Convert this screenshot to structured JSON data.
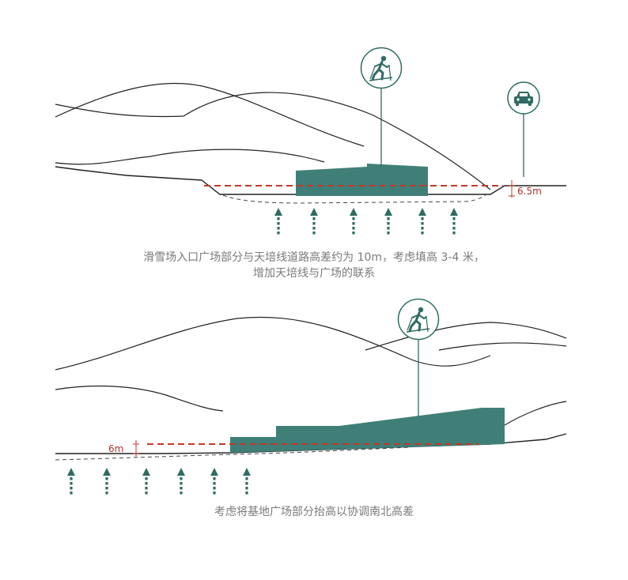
{
  "colors": {
    "building": "#3f7f77",
    "line": "#222222",
    "icon": "#2f6b63",
    "dashed_red": "#c0392b",
    "label_red": "#b03030",
    "caption": "#7a7a7a"
  },
  "icons": {
    "ski_icon": "skier-icon",
    "car_icon": "car-icon",
    "arrow_icon": "up-arrow-icon"
  },
  "section1": {
    "height_label": "6.5m",
    "caption_line1": "滑雪场入口广场部分与天培线道路高差约为 10m，考虑填高 3-4 米，",
    "caption_line2": "增加天培线与广场的联系"
  },
  "section2": {
    "height_label": "6m",
    "caption_line1": "考虑将基地广场部分抬高以协调南北高差"
  }
}
